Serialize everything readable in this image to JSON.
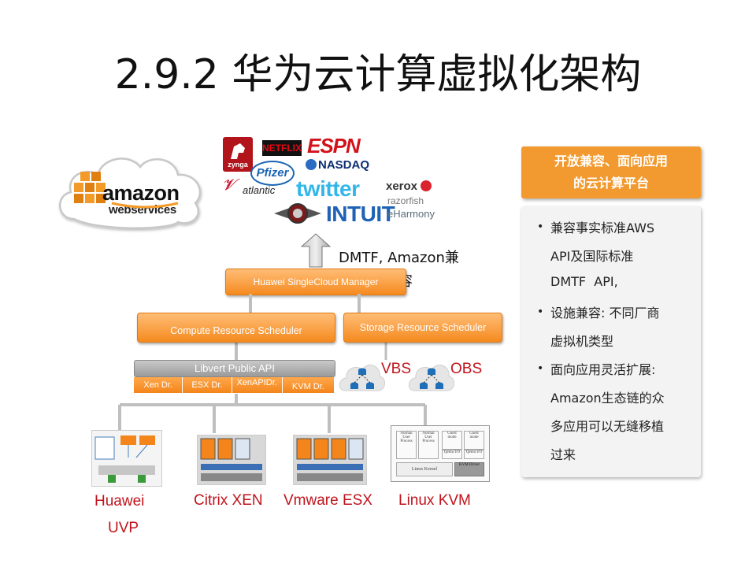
{
  "title": "2.9.2 华为云计算虚拟化架构",
  "aws_logo": {
    "word": "amazon",
    "sub": "webservices"
  },
  "customer_logos": [
    "zynga",
    "NETFLIX",
    "ESPN",
    "Pfizer",
    "NASDAQ",
    "atlantic",
    "twitter",
    "xerox",
    "razorfish",
    "INTUIT",
    "eHarmony"
  ],
  "compat_note": {
    "line1": "DMTF, Amazon兼",
    "line2": "容"
  },
  "boxes": {
    "manager": "Huawei SingleCloud Manager",
    "compute": "Compute Resource Scheduler",
    "storage": "Storage Resource Scheduler",
    "libvirt": "Libvert Public API"
  },
  "drivers": [
    "Xen Dr.",
    "ESX Dr.",
    "XenAPIDr.",
    "KVM Dr."
  ],
  "storage_labels": [
    "VBS",
    "OBS"
  ],
  "hypervisors": [
    {
      "line1": "Huawei",
      "line2": "UVP"
    },
    {
      "line1": "Citrix XEN",
      "line2": ""
    },
    {
      "line1": "Vmware ESX",
      "line2": ""
    },
    {
      "line1": "Linux KVM",
      "line2": ""
    }
  ],
  "kvm_thumb": {
    "cells": [
      "Normal User Process",
      "Normal User Process",
      "Guest mode",
      "Guest mode"
    ],
    "qemu": [
      "Qemu I/O",
      "Qemu I/O"
    ],
    "kernel": "Linux Kernel",
    "kvm_driver": "KVM Driver"
  },
  "panel": {
    "header_line1": "开放兼容、面向应用",
    "header_line2": "的云计算平台",
    "lines": [
      "兼容事实标准AWS",
      "API及国际标准",
      "DMTF  API,",
      "设施兼容: 不同厂商",
      "虚拟机类型",
      "面向应用灵活扩展:",
      "Amazon生态链的众",
      "多应用可以无缝移植",
      "过来"
    ]
  },
  "colors": {
    "orange": "#f58a1f",
    "red_label": "#c0141c",
    "panel_header": "#f29a2f"
  }
}
